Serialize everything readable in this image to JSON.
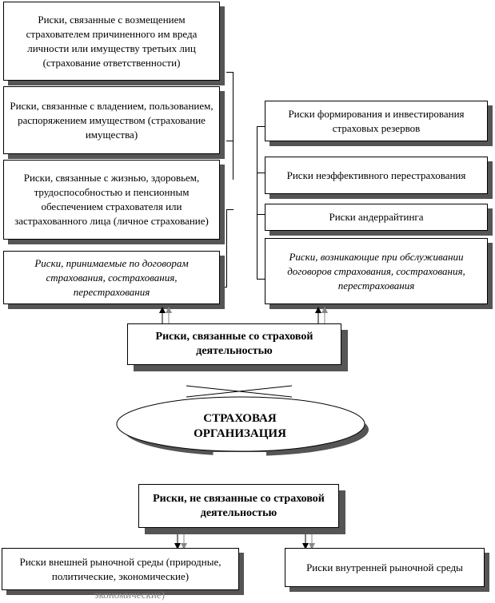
{
  "left_boxes": [
    {
      "text": "Риски, связанные с возмещением страхователем причиненного им вреда личности или имуществу третьих лиц (страхование ответственности)"
    },
    {
      "text": "Риски, связанные с владением, пользованием, распоряжением имуществом (страхование имущества)"
    },
    {
      "text": "Риски, связанные с жизнью, здоровьем, трудоспособностью и пенсионным обеспечением страхователя или застрахованного лица (личное страхование)"
    },
    {
      "text": "Риски, принимаемые по договорам страхования, сострахования, перестрахования"
    }
  ],
  "right_boxes": [
    {
      "text": "Риски формирования и инвестирования страховых резервов"
    },
    {
      "text": "Риски неэффективного перестрахования"
    },
    {
      "text": "Риски андеррайтинга"
    },
    {
      "text": "Риски, возникающие при обслуживании договоров страхования, сострахования, перестрахования"
    }
  ],
  "center": {
    "insurance_risks": "Риски, связанные со страховой деятельностью",
    "organization_line1": "СТРАХОВАЯ",
    "organization_line2": "ОРГАНИЗАЦИЯ",
    "non_insurance_risks": "Риски, не связанные со страховой деятельностью"
  },
  "bottom_boxes": [
    {
      "text": "Риски внешней рыночной среды (природные, политические, экономические)"
    },
    {
      "text": "Риски внутренней рыночной среды"
    }
  ],
  "ghost_text": "экономические)"
}
